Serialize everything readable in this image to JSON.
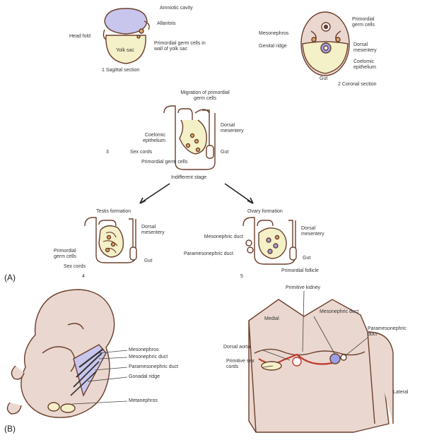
{
  "colors": {
    "amnion_fill": "#c9c6ee",
    "yolk_fill": "#f4f0c8",
    "tissue_fill": "#ead7cf",
    "outline": "#6b3f2c",
    "germ_cells": "#e0a96a",
    "blue_duct": "#9aa0e6",
    "vessel_red": "#c0392b"
  },
  "panel_a": {
    "tag": "(A)",
    "stage1": {
      "caption": "1 Sagittal section",
      "labels": {
        "amniotic_cavity": "Amniotic cavity",
        "allantois": "Allantois",
        "head_fold": "Head fold",
        "yolk_sac": "Yolk sac",
        "primordial_germ_cells": "Primordial germ cells in wall of yolk sac"
      }
    },
    "stage2": {
      "caption": "2 Coronal section",
      "labels": {
        "mesonephros": "Mesonephros",
        "genital_ridge": "Genital ridge",
        "primordial_germ_cells": "Primordial germ cells",
        "dorsal_mesentery": "Dorsal mesentery",
        "coelomic_epithelium": "Coelomic epithelium",
        "gut": "Gut"
      }
    },
    "stage3": {
      "number": "3",
      "labels": {
        "migration": "Migration of primordial germ cells",
        "coelomic_epithelium": "Coelomic epithelium",
        "dorsal_mesentery": "Dorsal mesentery",
        "sex_cords": "Sex cords",
        "gut": "Gut",
        "primordial_germ_cells": "Primordial germ cells"
      }
    },
    "indifferent_stage": "Indifferent stage",
    "stage4": {
      "number": "4",
      "title": "Testis formation",
      "labels": {
        "dorsal_mesentery": "Dorsal mesentery",
        "primordial_germ_cells": "Primordial germ cells",
        "sex_cords": "Sex cords",
        "gut": "Gut"
      }
    },
    "stage5": {
      "number": "5",
      "title": "Ovary formation",
      "labels": {
        "mesonephric_duct": "Mesonephric duct",
        "paramesonephric_duct": "Paramesonephric duct",
        "dorsal_mesentery": "Dorsal mesentery",
        "gut": "Gut",
        "primordial_follicle": "Primordial follicle"
      }
    }
  },
  "panel_b": {
    "tag": "(B)",
    "embryo_labels": {
      "mesonephros": "Mesonephros",
      "mesonephric_duct": "Mesonephric duct",
      "paramesonephric_duct": "Paramesonephric duct",
      "gonadal_ridge": "Gonadal ridge",
      "metanephros": "Metanephros"
    },
    "section_labels": {
      "primitive_kidney": "Primitive kidney",
      "medial": "Medial",
      "mesonephric_duct": "Mesonephric duct",
      "paramesonephric_duct": "Paramesonephric duct",
      "dorsal_aorta": "Dorsal aorta",
      "primitive_sex_cords": "Primitive sex cords",
      "lateral": "Lateral"
    }
  }
}
